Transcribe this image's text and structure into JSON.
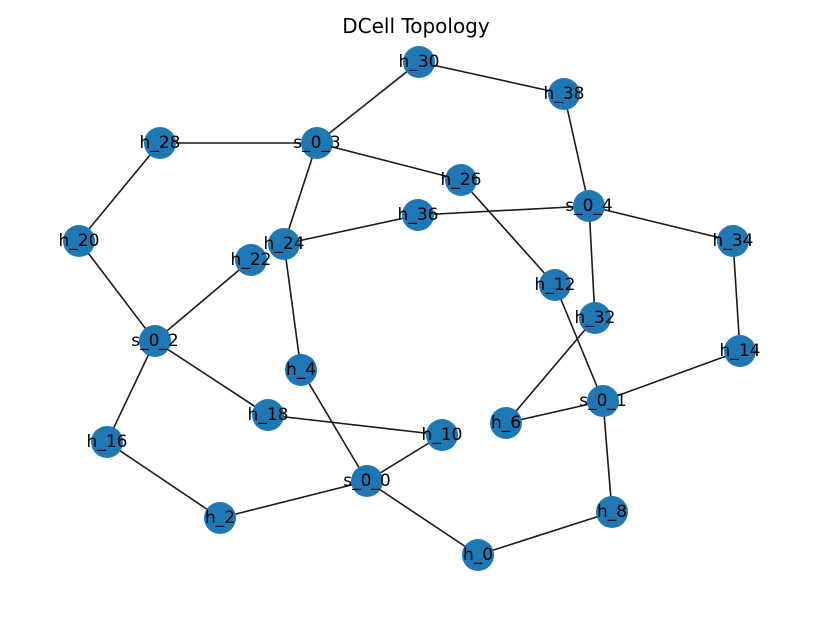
{
  "title": "DCell Topology",
  "colors": {
    "node": "#1f77b4",
    "edge": "#1a1a1a",
    "label": "#000000",
    "background": "#ffffff"
  },
  "nodes": [
    {
      "id": "h_30",
      "label": "h_30"
    },
    {
      "id": "h_38",
      "label": "h_38"
    },
    {
      "id": "h_28",
      "label": "h_28"
    },
    {
      "id": "s_0_3",
      "label": "s_0_3"
    },
    {
      "id": "h_26",
      "label": "h_26"
    },
    {
      "id": "s_0_4",
      "label": "s_0_4"
    },
    {
      "id": "h_36",
      "label": "h_36"
    },
    {
      "id": "h_34",
      "label": "h_34"
    },
    {
      "id": "h_20",
      "label": "h_20"
    },
    {
      "id": "h_24",
      "label": "h_24"
    },
    {
      "id": "h_22",
      "label": "h_22"
    },
    {
      "id": "h_12",
      "label": "h_12"
    },
    {
      "id": "h_32",
      "label": "h_32"
    },
    {
      "id": "s_0_2",
      "label": "s_0_2"
    },
    {
      "id": "h_14",
      "label": "h_14"
    },
    {
      "id": "h_4",
      "label": "h_4"
    },
    {
      "id": "s_0_1",
      "label": "s_0_1"
    },
    {
      "id": "h_18",
      "label": "h_18"
    },
    {
      "id": "h_6",
      "label": "h_6"
    },
    {
      "id": "h_10",
      "label": "h_10"
    },
    {
      "id": "h_16",
      "label": "h_16"
    },
    {
      "id": "s_0_0",
      "label": "s_0_0"
    },
    {
      "id": "h_8",
      "label": "h_8"
    },
    {
      "id": "h_2",
      "label": "h_2"
    },
    {
      "id": "h_0",
      "label": "h_0"
    }
  ],
  "edges": [
    [
      "h_30",
      "h_38"
    ],
    [
      "h_30",
      "s_0_3"
    ],
    [
      "h_28",
      "s_0_3"
    ],
    [
      "h_28",
      "h_20"
    ],
    [
      "s_0_3",
      "h_26"
    ],
    [
      "s_0_3",
      "h_24"
    ],
    [
      "h_38",
      "s_0_4"
    ],
    [
      "h_26",
      "h_12"
    ],
    [
      "h_36",
      "s_0_4"
    ],
    [
      "h_36",
      "h_24"
    ],
    [
      "s_0_4",
      "h_34"
    ],
    [
      "s_0_4",
      "h_32"
    ],
    [
      "h_34",
      "h_14"
    ],
    [
      "h_20",
      "s_0_2"
    ],
    [
      "h_24",
      "h_4"
    ],
    [
      "h_22",
      "s_0_2"
    ],
    [
      "h_12",
      "s_0_1"
    ],
    [
      "h_32",
      "h_6"
    ],
    [
      "s_0_2",
      "h_18"
    ],
    [
      "s_0_2",
      "h_16"
    ],
    [
      "h_14",
      "s_0_1"
    ],
    [
      "h_4",
      "s_0_0"
    ],
    [
      "s_0_1",
      "h_6"
    ],
    [
      "s_0_1",
      "h_8"
    ],
    [
      "h_18",
      "h_10"
    ],
    [
      "h_10",
      "s_0_0"
    ],
    [
      "h_16",
      "h_2"
    ],
    [
      "s_0_0",
      "h_2"
    ],
    [
      "s_0_0",
      "h_0"
    ],
    [
      "h_8",
      "h_0"
    ]
  ]
}
